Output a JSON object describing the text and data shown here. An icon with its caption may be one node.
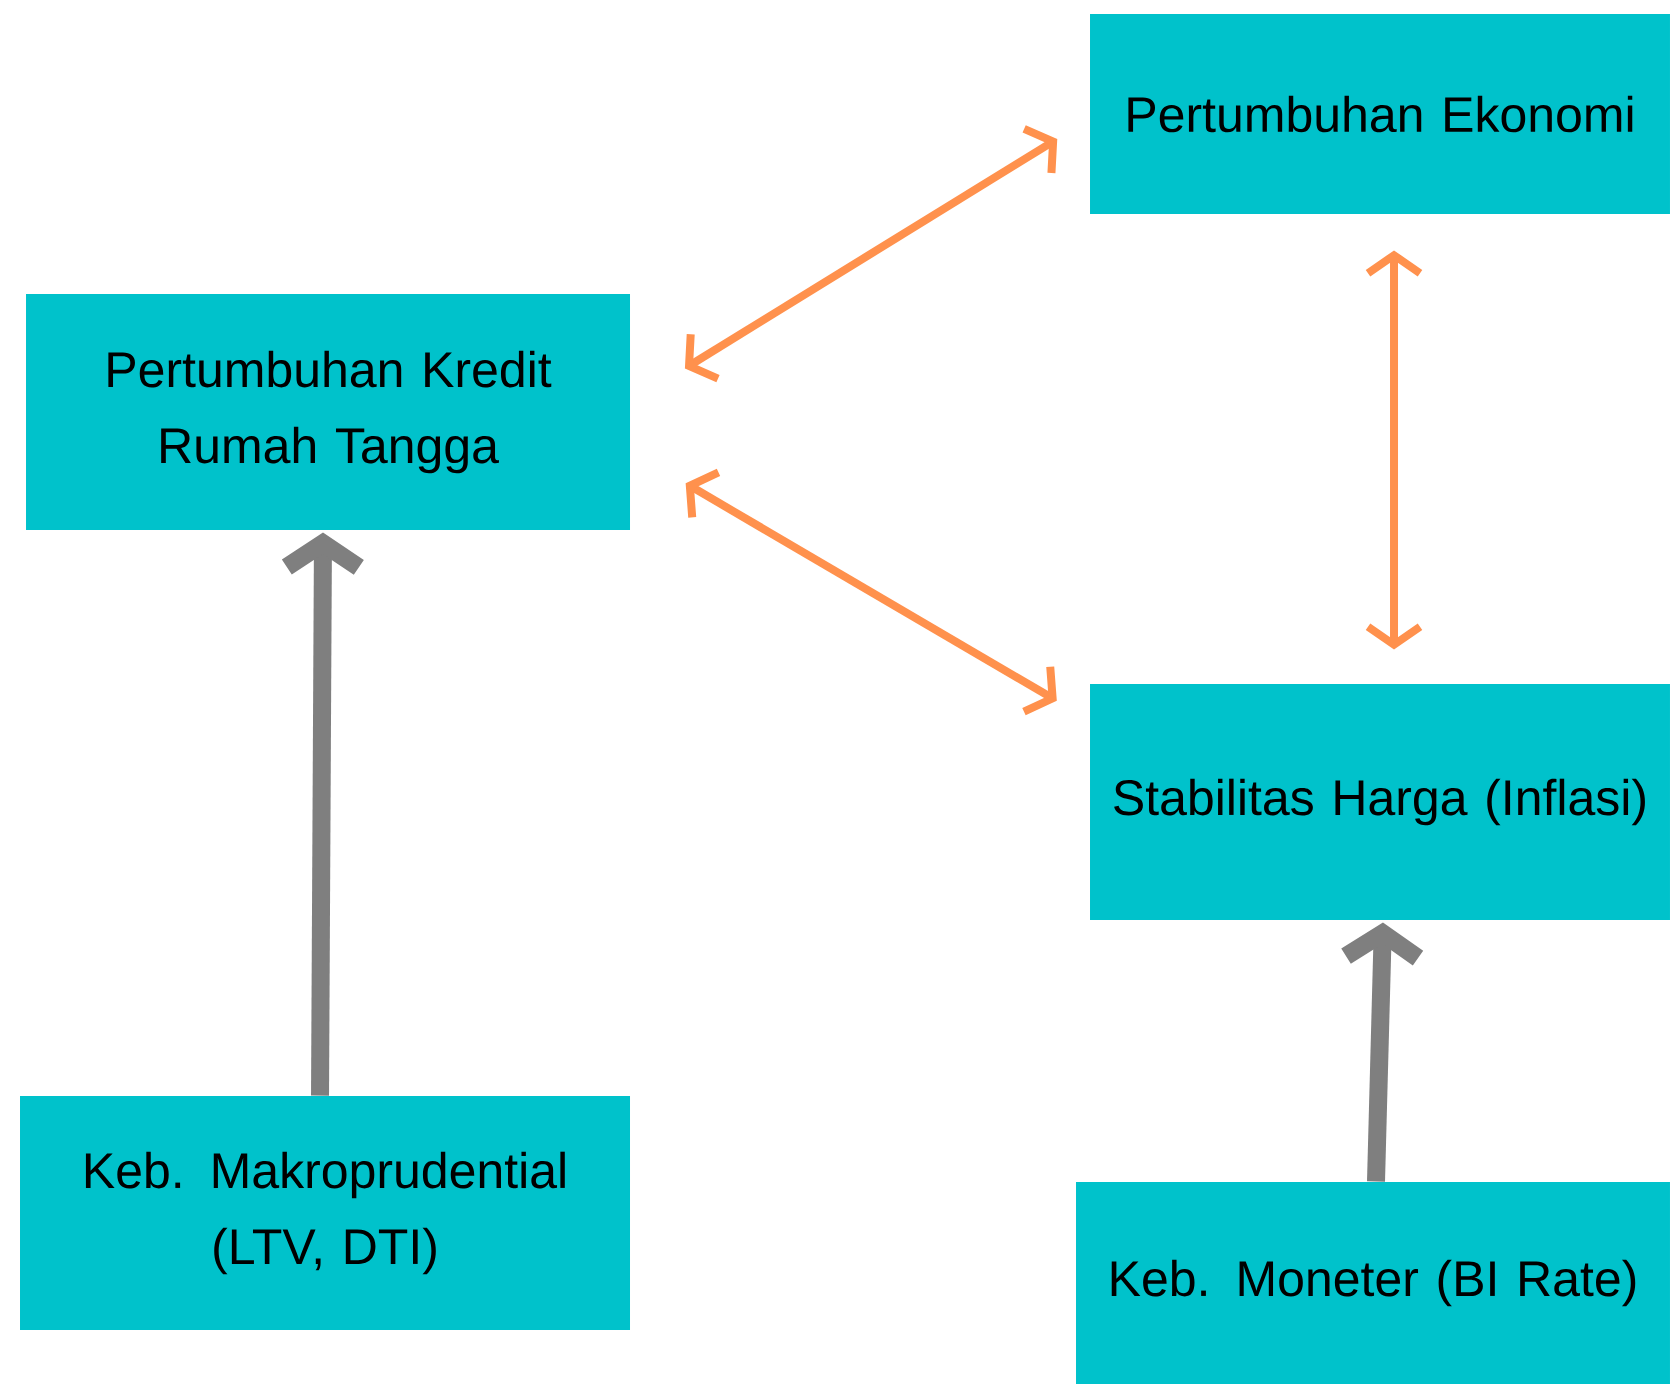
{
  "diagram": {
    "nodes": [
      {
        "text": [
          "Pertumbuhan Ekonomi"
        ]
      },
      {
        "text": [
          "Pertumbuhan Kredit Rumah Tangga"
        ]
      },
      {
        "text": [
          "Stabilitas Harga (Inflasi)"
        ]
      },
      {
        "text": [
          "Keb. Makroprudential (LTV, DTI)"
        ]
      },
      {
        "text": [
          "Keb. Moneter (BI Rate)"
        ]
      }
    ],
    "edges": [
      {
        "from": 1,
        "to": 0,
        "arrow": "both"
      },
      {
        "from": 1,
        "to": 2,
        "arrow": "both"
      },
      {
        "from": 0,
        "to": 2,
        "arrow": "both"
      },
      {
        "from": 3,
        "to": 1,
        "arrow": "to",
        "style": "thick",
        "color": "#7f7f7f"
      },
      {
        "from": 4,
        "to": 2,
        "arrow": "to",
        "style": "thick",
        "color": "#7f7f7f"
      }
    ]
  }
}
